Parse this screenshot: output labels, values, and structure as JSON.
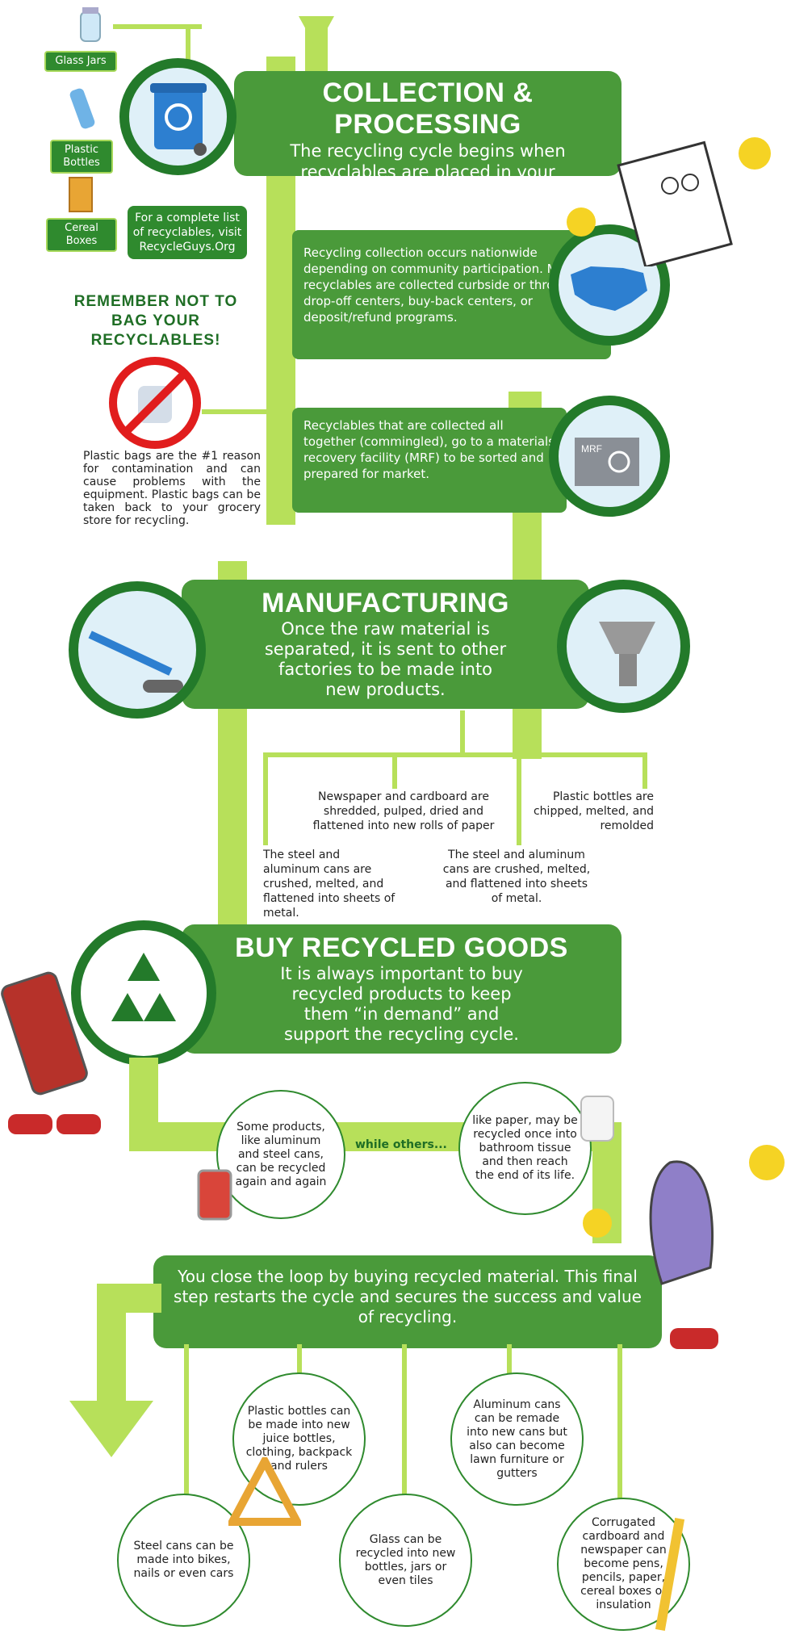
{
  "collection": {
    "title": "COLLECTION & PROCESSING",
    "body": "The recycling cycle begins when recyclables are placed in your recycling cart.",
    "items": [
      "Glass Jars",
      "Plastic Bottles",
      "Cereal Boxes"
    ],
    "visit_note": "For a complete list of recyclables, visit RecycleGuys.Org",
    "reminder": "REMEMBER NOT TO BAG YOUR RECYCLABLES!",
    "bag_note": "Plastic bags are the #1 reason for contamination and can cause problems with the equipment. Plastic bags can be taken back to your grocery store for recycling.",
    "nationwide": "Recycling collection occurs nationwide depending on community participation. Most recyclables are collected curbside or through drop-off centers, buy-back centers, or deposit/refund programs.",
    "mrf_text": "Recyclables that are collected all together (commingled), go to a materials recovery facility (MRF) to be sorted and prepared for market.",
    "mrf_label": "MRF"
  },
  "manufacturing": {
    "title": "MANUFACTURING",
    "body": "Once the raw material is separated, it is sent to other factories to be made into new products.",
    "branches": [
      "Newspaper and cardboard are shredded, pulped, dried and flattened into new rolls of paper",
      "Plastic bottles are chipped, melted, and remolded",
      "The steel and aluminum cans are crushed, melted, and flattened into sheets of metal.",
      "The steel and aluminum cans are crushed, melted, and flattened into sheets of metal."
    ]
  },
  "buy": {
    "title": "BUY RECYCLED GOODS",
    "body": "It is always important to buy recycled products to keep them “in demand” and support the recycling cycle.",
    "some": "Some products, like aluminum and steel cans, can be recycled again and again",
    "while": "while others...",
    "others": "like paper, may be recycled once into bathroom tissue and then reach the end of its life."
  },
  "loop": {
    "body": "You close the loop by buying recycled material. This final step restarts the cycle and secures the success and value of recycling.",
    "examples": [
      "Steel cans can be made into bikes, nails or even cars",
      "Plastic bottles can be made into new juice bottles, clothing, backpack and rulers",
      "Glass can be recycled into new bottles, jars or even tiles",
      "Aluminum cans can be remade into new cans but also can become lawn furniture or gutters",
      "Corrugated cardboard and newspaper can become pens, pencils, paper, cereal boxes or insulation"
    ]
  },
  "colors": {
    "dark_green": "#237a2a",
    "green": "#4a9a3a",
    "light_green": "#b7e05a"
  }
}
